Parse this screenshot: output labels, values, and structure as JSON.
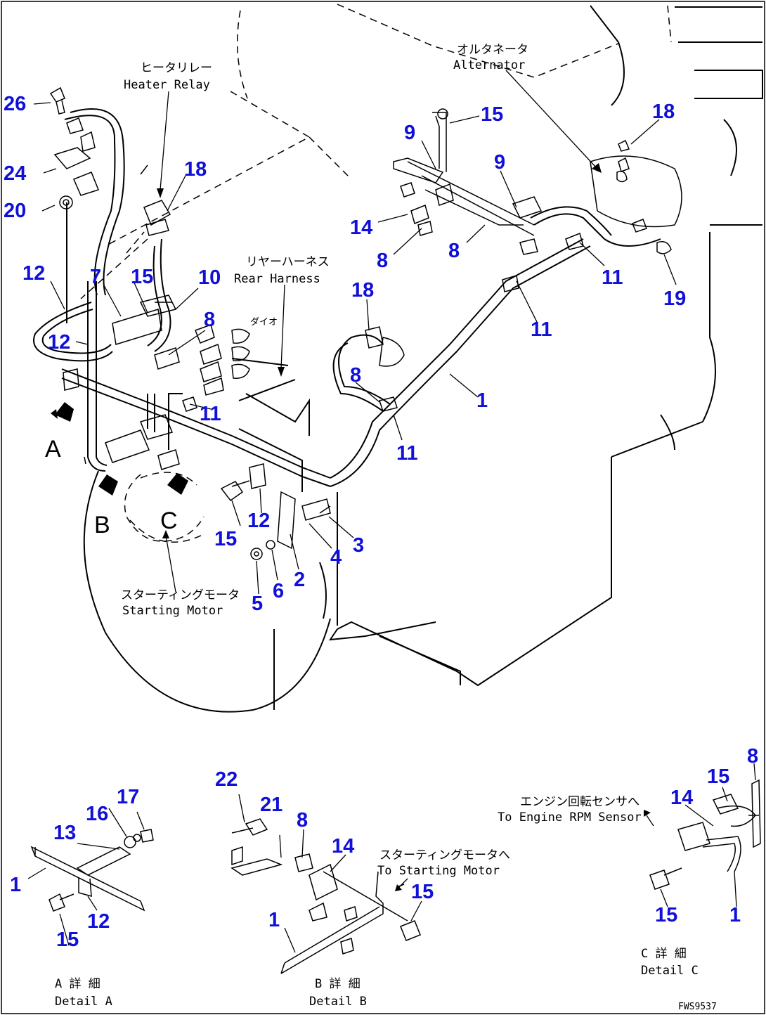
{
  "labels": {
    "alternator_jp": "オルタネータ",
    "alternator_en": "Alternator",
    "heater_relay_jp": "ヒータリレー",
    "heater_relay_en": "Heater Relay",
    "rear_harness_jp": "リヤーハーネス",
    "rear_harness_en": "Rear Harness",
    "starting_motor_jp": "スターティングモータ",
    "starting_motor_en": "Starting Motor",
    "to_rpm_sensor_jp": "エンジン回転センサへ",
    "to_rpm_sensor_en": "To Engine RPM Sensor",
    "to_starting_motor_jp": "スターティングモータへ",
    "to_starting_motor_en": "To Starting Motor",
    "small_text": "ダイオ"
  },
  "views": {
    "a": "A",
    "b": "B",
    "c": "C"
  },
  "details": {
    "a_jp": "A 詳 細",
    "a_en": "Detail A",
    "b_jp": "B 詳 細",
    "b_en": "Detail B",
    "c_jp": "C 詳 細",
    "c_en": "Detail C"
  },
  "drawing_code": "FWS9537",
  "callouts": [
    "26",
    "24",
    "20",
    "12",
    "12",
    "7",
    "15",
    "10",
    "8",
    "11",
    "18",
    "8",
    "11",
    "1",
    "11",
    "11",
    "9",
    "15",
    "9",
    "14",
    "8",
    "8",
    "18",
    "19",
    "18",
    "15",
    "12",
    "3",
    "4",
    "2",
    "6",
    "5",
    "17",
    "16",
    "13",
    "1",
    "12",
    "15",
    "22",
    "21",
    "8",
    "14",
    "1",
    "15",
    "8",
    "15",
    "14",
    "15",
    "1"
  ],
  "colors": {
    "callout": "#1010d8",
    "line": "#000000"
  }
}
